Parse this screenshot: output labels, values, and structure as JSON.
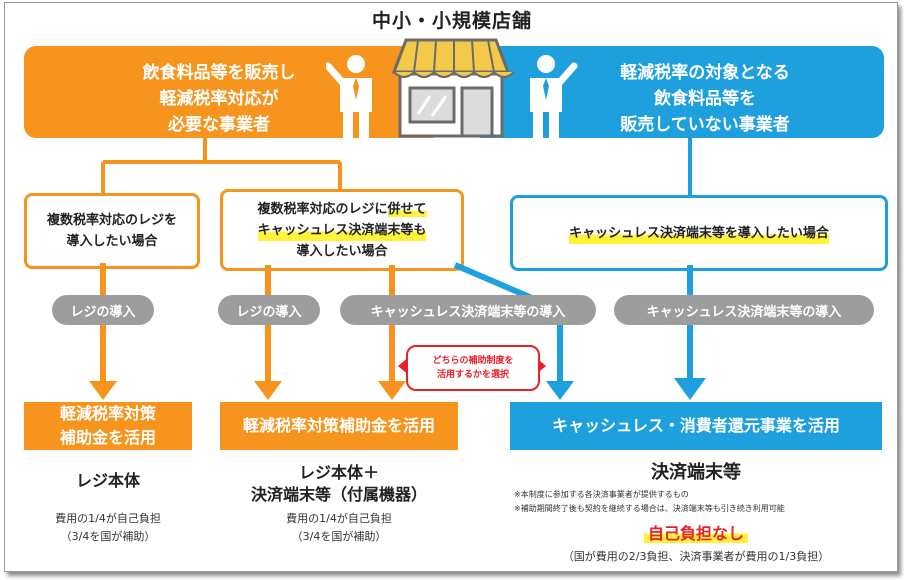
{
  "title": "中小・小規模店舗",
  "left_band": {
    "text": "飲食料品等を販売し\n軽減税率対応が\n必要な事業者"
  },
  "right_band": {
    "text": "軽減税率の対象となる\n飲食料品等を\n販売していない事業者"
  },
  "cases": {
    "case1": "複数税率対応のレジを\n導入したい場合",
    "case2_a": "複数税率対応のレジに",
    "case2_b": "併せて",
    "case2_c": "キャッシュレス決済端末等も",
    "case2_d": "導入したい場合",
    "case3": "キャッシュレス決済端末等を導入したい場合"
  },
  "pills": {
    "p1": "レジの導入",
    "p2": "レジの導入",
    "p3": "キャッシュレス決済端末等の導入",
    "p4": "キャッシュレス決済端末等の導入"
  },
  "choose_note": "どちらの補助制度を\n活用するかを選択",
  "results": {
    "r1": "軽減税率対策\n補助金を活用",
    "r2": "軽減税率対策補助金を活用",
    "r3": "キャッシュレス・消費者還元事業を活用"
  },
  "items": {
    "i1": "レジ本体",
    "i2": "レジ本体＋\n決済端末等（付属機器）",
    "i3": "決済端末等"
  },
  "costs": {
    "c1": "費用の1/4が自己負担\n（3/4を国が補助）",
    "c2": "費用の1/4が自己負担\n（3/4を国が補助）"
  },
  "notes": {
    "n1": "※本制度に参加する各決済事業者が提供するもの",
    "n2": "※補助期間終了後も契約を継続する場合は、決済端末等も引き続き利用可能"
  },
  "no_burden": "自己負担なし",
  "no_burden_detail": "（国が費用の2/3負担、決済事業者が費用の1/3負担）",
  "colors": {
    "orange": "#f7941d",
    "blue": "#1ea0df",
    "gray": "#9d9d9d",
    "red": "#e8202a",
    "highlight": "#fff23a"
  },
  "icons": [
    "person-left-icon",
    "store-icon",
    "person-right-icon"
  ]
}
